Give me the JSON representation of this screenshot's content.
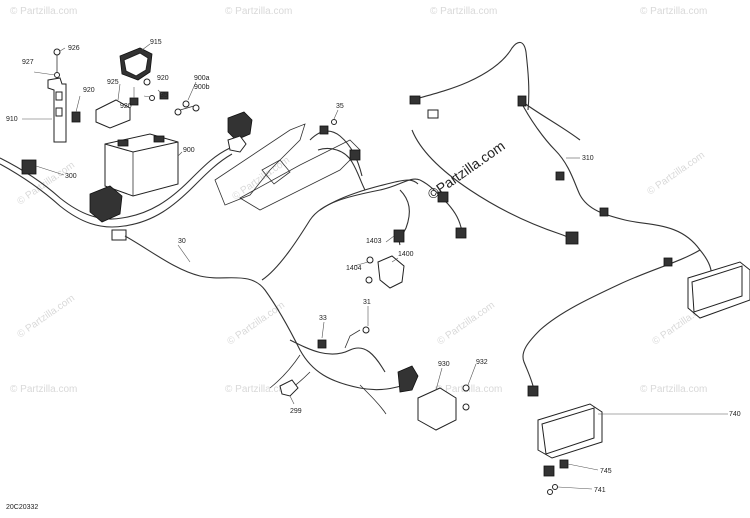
{
  "diagram": {
    "brand": "©Partzilla.com",
    "watermark": "© Partzilla.com",
    "code": "20C20332",
    "parts": {
      "p926": "926",
      "p927": "927",
      "p915": "915",
      "p925": "925",
      "p920a": "920",
      "p920b": "920",
      "p920c": "920",
      "p35a": "35",
      "p900a": "900a",
      "p900b": "900b",
      "p910": "910",
      "p900": "900",
      "p300": "300",
      "p30": "30",
      "p35b": "35",
      "p310": "310",
      "p1403": "1403",
      "p1400": "1400",
      "p1404": "1404",
      "p31": "31",
      "p33": "33",
      "p299": "299",
      "p930": "930",
      "p932": "932",
      "p740": "740",
      "p745": "745",
      "p741": "741"
    }
  }
}
